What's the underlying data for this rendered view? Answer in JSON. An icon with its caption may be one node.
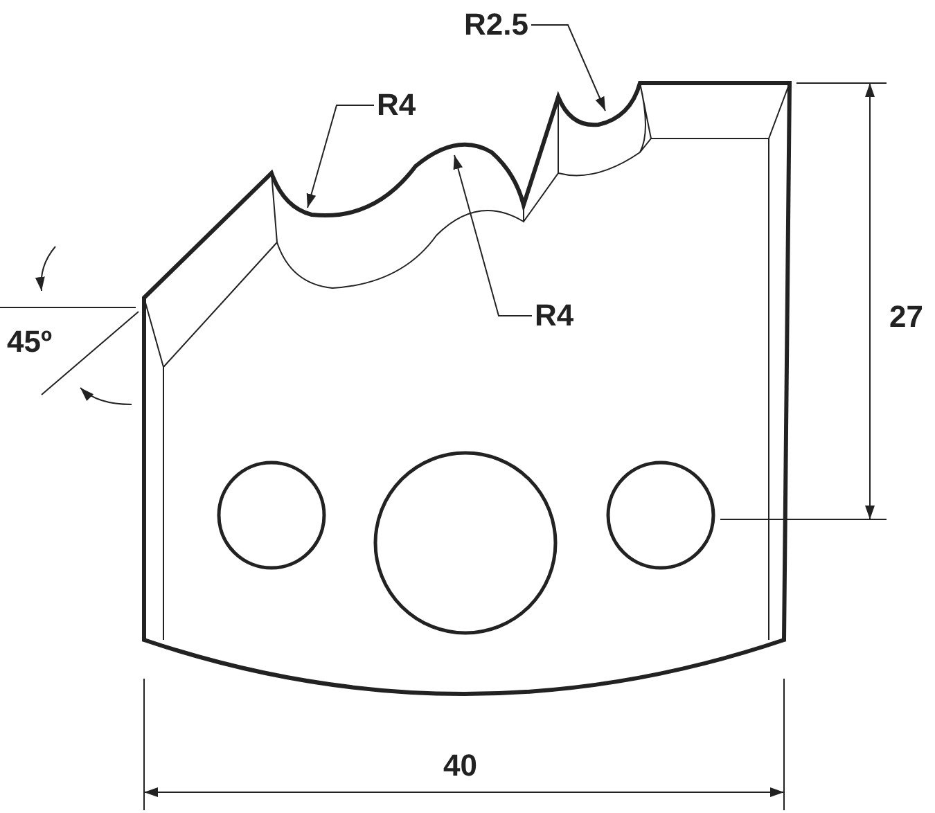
{
  "diagram": {
    "nodes": [
      {
        "text": [
          "R2.5"
        ]
      },
      {
        "text": [
          "R4"
        ]
      },
      {
        "text": [
          "R4"
        ]
      }
    ],
    "edges": [
      {
        "from": 0,
        "to": null,
        "arrow": "to"
      },
      {
        "from": 1,
        "to": null,
        "arrow": "to"
      },
      {
        "from": 2,
        "to": null,
        "arrow": "to"
      }
    ],
    "labels": [
      "45º",
      "27",
      "40"
    ]
  }
}
